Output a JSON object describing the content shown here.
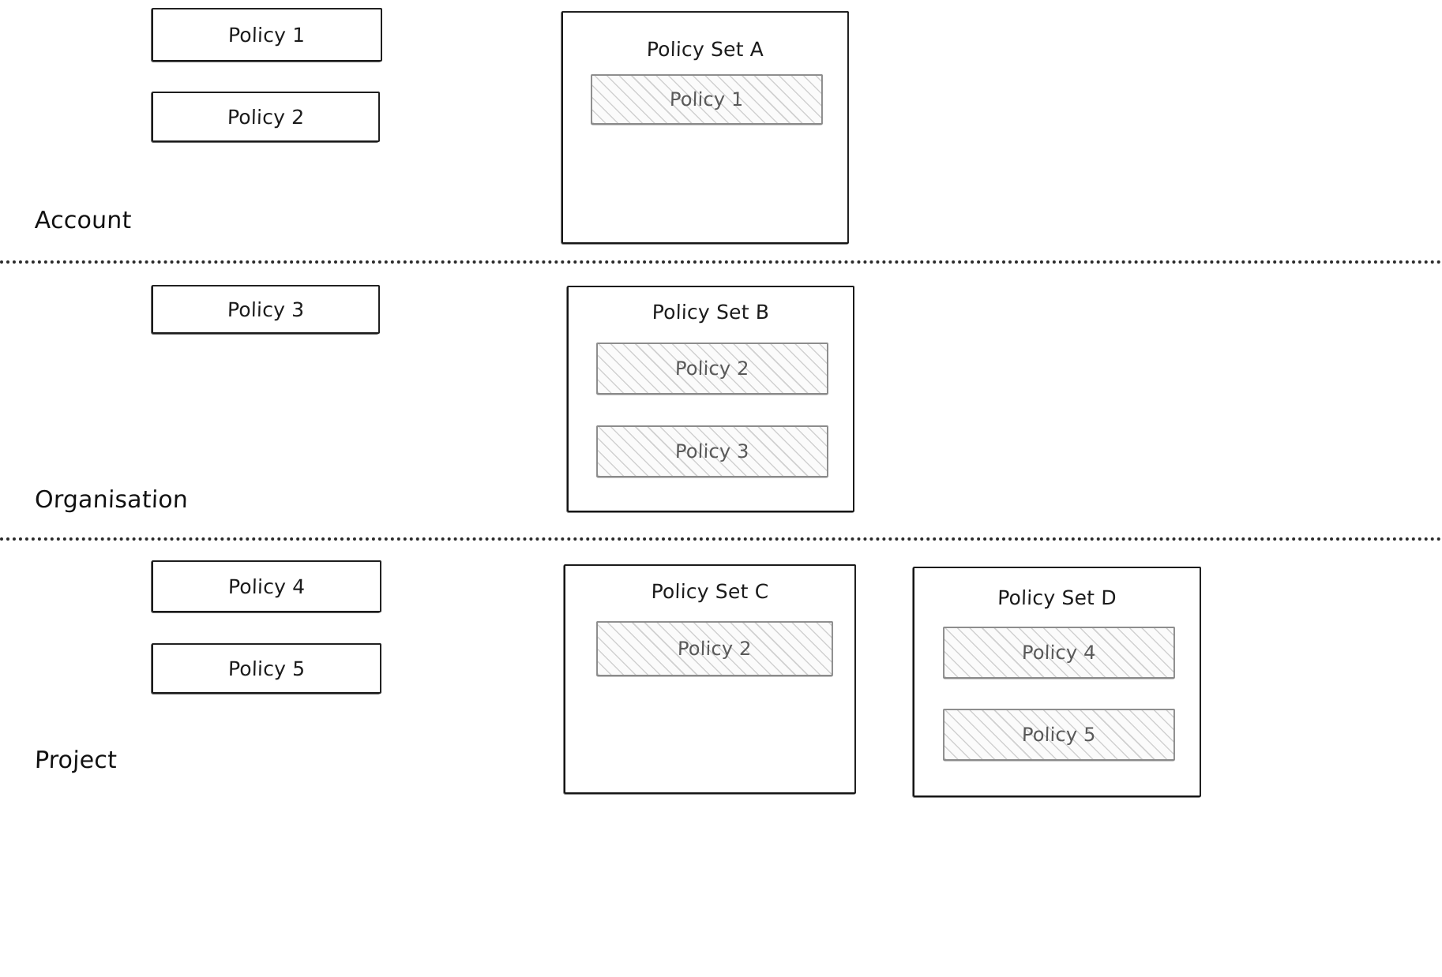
{
  "diagram": {
    "title_text_style": "handwritten",
    "colors": {
      "stroke": "#1b1b1b",
      "chip_stroke": "#8a8a8a",
      "chip_text": "#595959",
      "divider": "#2b2b2b",
      "background": "#ffffff"
    },
    "tiers": [
      {
        "id": "account",
        "label": "Account"
      },
      {
        "id": "organisation",
        "label": "Organisation"
      },
      {
        "id": "project",
        "label": "Project"
      }
    ],
    "standalone_policies": [
      {
        "tier": "account",
        "label": "Policy 1"
      },
      {
        "tier": "account",
        "label": "Policy 2"
      },
      {
        "tier": "organisation",
        "label": "Policy 3"
      },
      {
        "tier": "project",
        "label": "Policy 4"
      },
      {
        "tier": "project",
        "label": "Policy 5"
      }
    ],
    "policy_sets": [
      {
        "tier": "account",
        "title": "Policy Set A",
        "members": [
          {
            "label": "Policy 1"
          }
        ]
      },
      {
        "tier": "organisation",
        "title": "Policy Set B",
        "members": [
          {
            "label": "Policy 2"
          },
          {
            "label": "Policy 3"
          }
        ]
      },
      {
        "tier": "project",
        "title": "Policy Set C",
        "members": [
          {
            "label": "Policy 2"
          }
        ]
      },
      {
        "tier": "project",
        "title": "Policy Set D",
        "members": [
          {
            "label": "Policy 4"
          },
          {
            "label": "Policy 5"
          }
        ]
      }
    ]
  }
}
